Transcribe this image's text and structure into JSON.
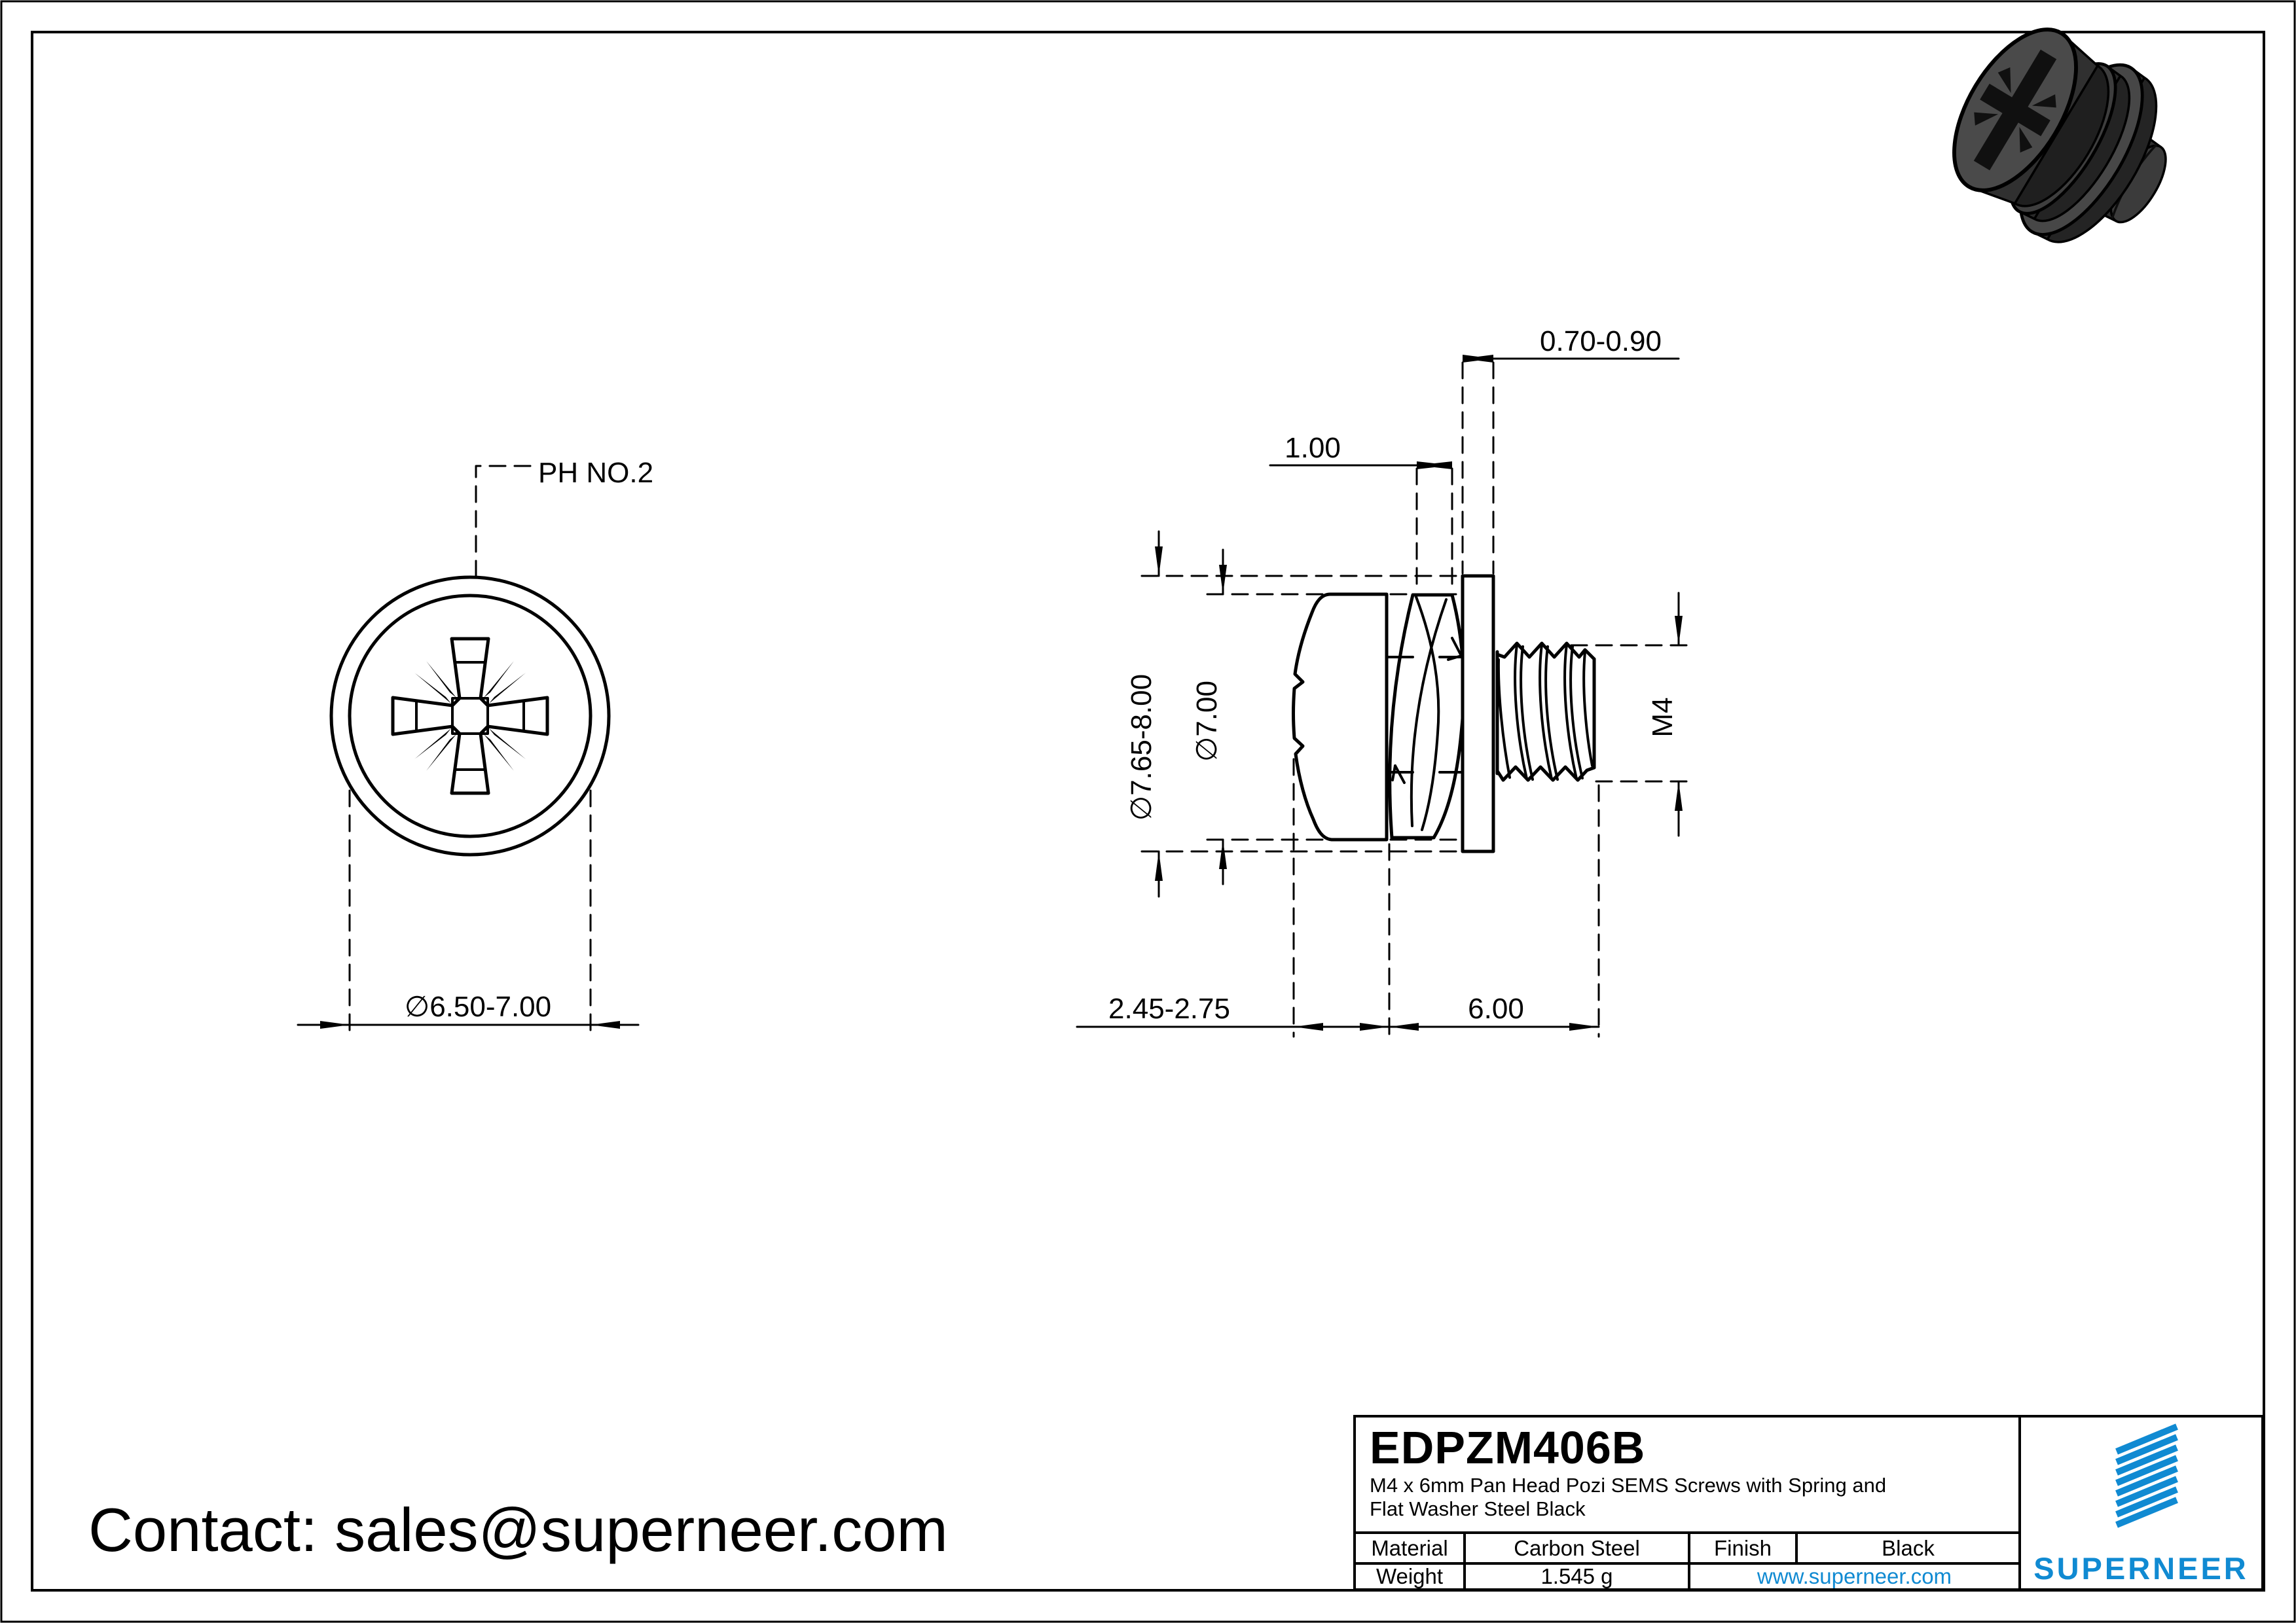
{
  "colors": {
    "accent_blue": "#108ad2",
    "line": "#000000",
    "background": "#ffffff"
  },
  "front_view": {
    "recess_label": "PH NO.2",
    "head_diameter": "∅6.50-7.00"
  },
  "side_view": {
    "flat_washer_thickness": "0.70-0.90",
    "spring_washer_thickness": "1.00",
    "flat_washer_od": "∅7.65-8.00",
    "head_od": "∅7.00",
    "thread_spec": "M4",
    "head_height": "2.45-2.75",
    "thread_length": "6.00"
  },
  "title_block": {
    "part_number": "EDPZM406B",
    "description_line1": "M4 x 6mm Pan Head Pozi SEMS Screws with Spring and",
    "description_line2": "Flat Washer Steel Black",
    "material_label": "Material",
    "material_value": "Carbon Steel",
    "finish_label": "Finish",
    "finish_value": "Black",
    "weight_label": "Weight",
    "weight_value": "1.545 g",
    "website": "www.superneer.com",
    "brand": "SUPERNEER"
  },
  "contact": {
    "text": "Contact: sales@superneer.com"
  }
}
